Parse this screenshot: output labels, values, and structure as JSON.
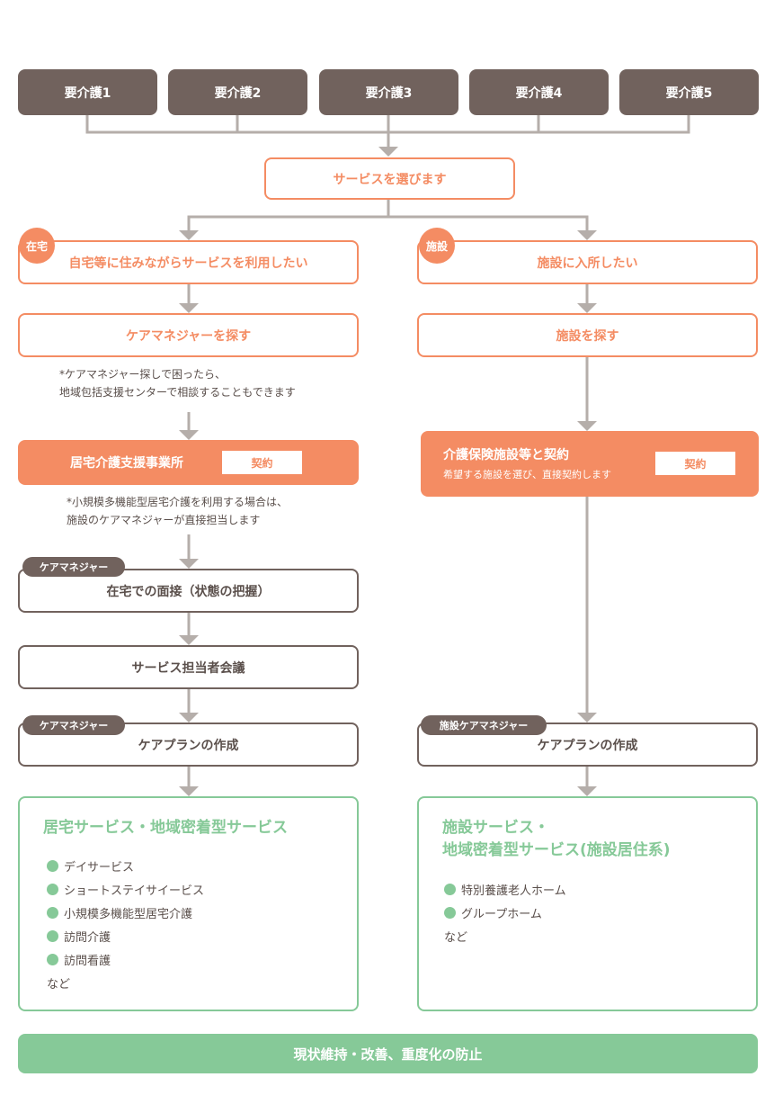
{
  "care_levels": [
    "要介護1",
    "要介護2",
    "要介護3",
    "要介護4",
    "要介護5"
  ],
  "choose_service": "サービスを選びます",
  "home": {
    "badge": "在宅",
    "title": "自宅等に住みながらサービスを利用したい",
    "find_manager": "ケアマネジャーを探す",
    "note1_line1": "*ケアマネジャー探しで困ったら、",
    "note1_line2": "地域包括支援センターで相談することもできます",
    "office_label": "居宅介護支援事業所",
    "contract_label": "契約",
    "note2_line1": "*小規模多機能型居宅介護を利用する場合は、",
    "note2_line2": "施設のケアマネジャーが直接担当します",
    "manager_pill1": "ケアマネジャー",
    "interview": "在宅での面接（状態の把握）",
    "meeting": "サービス担当者会議",
    "manager_pill2": "ケアマネジャー",
    "care_plan": "ケアプランの作成",
    "services_title": "居宅サービス・地域密着型サービス",
    "services": [
      "デイサービス",
      "ショートステイサイービス",
      "小規模多機能型居宅介護",
      "訪問介護",
      "訪問看護"
    ],
    "etc": "など"
  },
  "facility": {
    "badge": "施設",
    "title": "施設に入所したい",
    "find": "施設を探す",
    "contract_title": "介護保険施設等と契約",
    "contract_sub": "希望する施設を選び、直接契約します",
    "contract_label": "契約",
    "manager_pill": "施設ケアマネジャー",
    "care_plan": "ケアプランの作成",
    "services_title_line1": "施設サービス・",
    "services_title_line2": "地域密着型サービス(施設居住系)",
    "services": [
      "特別養護老人ホーム",
      "グループホーム"
    ],
    "etc": "など"
  },
  "outcome": "現状維持・改善、重度化の防止",
  "colors": {
    "brown": "#71625d",
    "orange": "#f48c63",
    "green": "#86c998",
    "line": "#b5aeaa"
  }
}
